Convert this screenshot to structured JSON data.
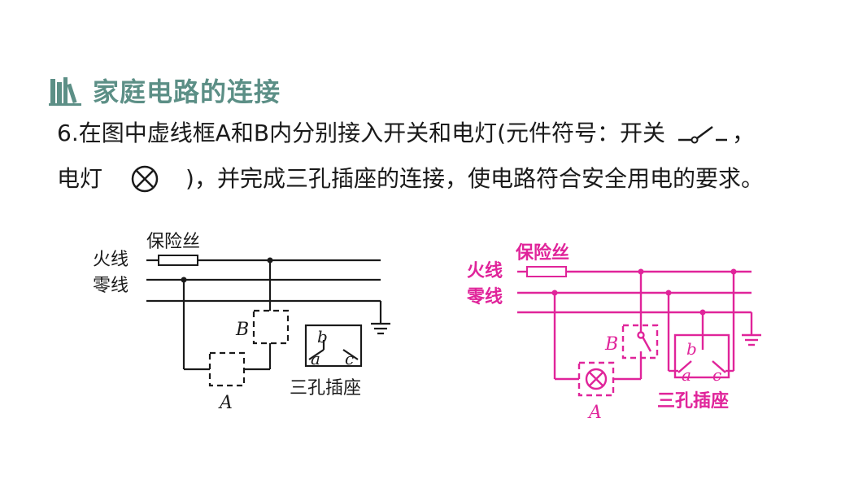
{
  "section": {
    "title": "家庭电路的连接",
    "icon": "books-icon"
  },
  "question": {
    "line1_before_symbol": "6.在图中虚线框A和B内分别接入开关和电灯(元件符号：开关",
    "line1_after_symbol": "，",
    "line2_before_symbol": "电灯",
    "line2_after_symbol": ")，并完成三孔插座的连接，使电路符合安全用电的要求。",
    "switch_symbol": "switch-symbol-icon",
    "lamp_symbol": "lamp-symbol-icon"
  },
  "circuit_original": {
    "live_wire": "火线",
    "neutral_wire": "零线",
    "fuse": "保险丝",
    "box_a": "A",
    "box_b": "B",
    "socket_label": "三孔插座",
    "socket_terminals": [
      "b",
      "a",
      "c"
    ],
    "color": "#1a1a1a"
  },
  "circuit_answer": {
    "live_wire": "火线",
    "neutral_wire": "零线",
    "fuse": "保险丝",
    "box_a": "A",
    "box_b": "B",
    "socket_label": "三孔插座",
    "socket_terminals": [
      "b",
      "a",
      "c"
    ],
    "color": "#e0249a"
  }
}
